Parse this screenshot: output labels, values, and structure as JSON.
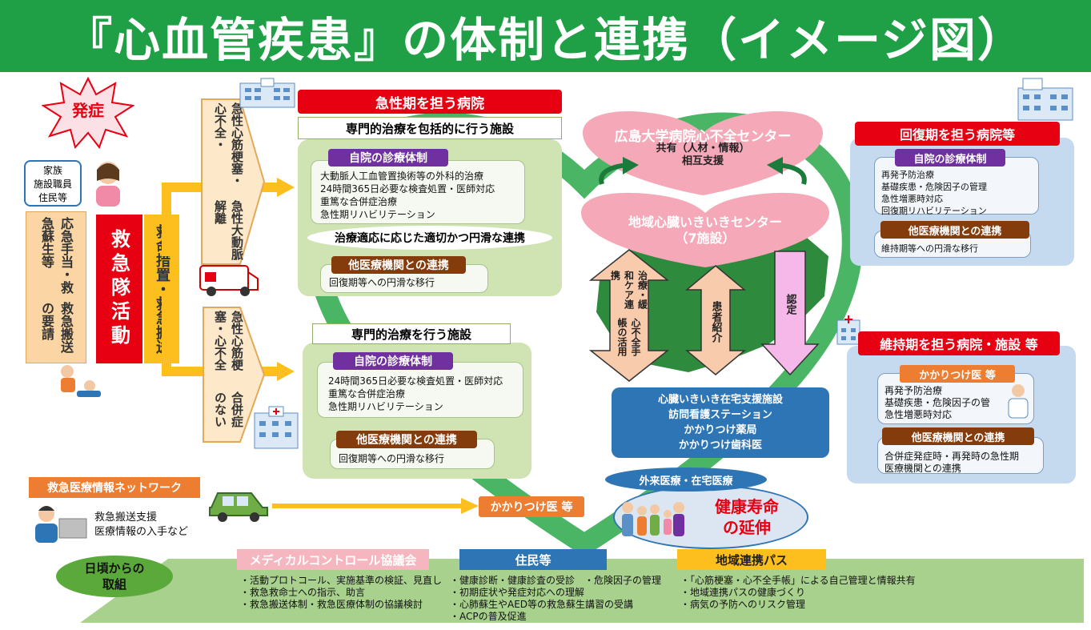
{
  "title": "『心血管疾患』の体制と連携（イメージ図）",
  "onset": "発症",
  "family": [
    "家族",
    "施設職員",
    "住民等"
  ],
  "first_aid": [
    "応急手当・救急蘇生等",
    "救急搬送の要請"
  ],
  "ems": "救急隊活動",
  "ems_measures": "救命措置・救急搬送",
  "acute_chevron": [
    "急性心筋梗塞・心不全・",
    "急性大動脈解離"
  ],
  "comp_chevron": [
    "急性心筋梗塞・心不全",
    "合併症のない"
  ],
  "acute_hospital": {
    "header": "急性期を担う病院",
    "sub1": "専門的治療を包括的に行う施設",
    "self1_label": "自院の診療体制",
    "self1_items": [
      "大動脈人工血管置換術等の外科的治療",
      "24時間365日必要な検査処置・医師対応",
      "重篤な合併症治療",
      "急性期リハビリテーション"
    ],
    "coop_oval": "治療適応に応じた適切かつ円滑な連携",
    "other1_label": "他医療機関との連携",
    "other1_item": "回復期等への円滑な移行",
    "sub2": "専門的治療を行う施設",
    "self2_label": "自院の診療体制",
    "self2_items": [
      "24時間365日必要な検査処置・医師対応",
      "重篤な合併症治療",
      "急性期リハビリテーション"
    ],
    "other2_label": "他医療機関との連携",
    "other2_item": "回復期等への円滑な移行"
  },
  "heart_top": {
    "line1": "広島大学病院心不全センター",
    "line2": "共有（人材・情報）",
    "line3": "相互支援"
  },
  "heart_mid": {
    "line1": "地域心臓いきいきセンター",
    "line2": "（7施設）"
  },
  "arrow1": [
    "治療・緩和ケア連携",
    "心不全手帳の活用"
  ],
  "arrow2": "患者紹介",
  "arrow3": "認定",
  "support": [
    "心臓いきいき在宅支援施設",
    "訪問看護ステーション",
    "かかりつけ薬局",
    "かかりつけ歯科医"
  ],
  "outpatient": "外来医療・在宅医療",
  "healthy_life": [
    "健康寿命",
    "の延伸"
  ],
  "recovery": {
    "header": "回復期を担う病院等",
    "self_label": "自院の診療体制",
    "self_items": [
      "再発予防治療",
      "基礎疾患・危険因子の管理",
      "急性増悪時対応",
      "回復期リハビリテーション"
    ],
    "other_label": "他医療機関との連携",
    "other_item": "維持期等への円滑な移行"
  },
  "maintenance": {
    "header": "維持期を担う病院・施設 等",
    "doctor_label": "かかりつけ医 等",
    "doctor_items": [
      "再発予防治療",
      "基礎疾患・危険因子の管",
      "急性増悪時対応"
    ],
    "other_label": "他医療機関との連携",
    "other_items": [
      "合併症発症時・再発時の急性期",
      "医療機関との連携"
    ]
  },
  "network": {
    "label": "救急医療情報ネットワーク",
    "items": [
      "救急搬送支援",
      "医療情報の入手など"
    ]
  },
  "kakaritsuke": "かかりつけ医 等",
  "daily": [
    "日頃からの",
    "取組"
  ],
  "medical_control": {
    "label": "メディカルコントロール協議会",
    "items": [
      "・活動プロトコール、実施基準の検証、見直し",
      "・救急救命士への指示、助言",
      "・救急搬送体制・救急医療体制の協議検討"
    ]
  },
  "residents": {
    "label": "住民等",
    "items": [
      "・健康診断・健康診査の受診　・危険因子の管理",
      "・初期症状や発症対応への理解",
      "・心肺蘇生やAED等の救急蘇生講習の受講",
      "・ACPの普及促進"
    ]
  },
  "regional_path": {
    "label": "地域連携パス",
    "items": [
      "・「心筋梗塞・心不全手帳」による自己管理と情報共有",
      "・地域連携パスの健康づくり",
      "・病気の予防へのリスク管理"
    ]
  },
  "colors": {
    "title_green": "#1fa046",
    "heart_pink": "#f5a9b8",
    "red": "#e60012",
    "purple": "#7030a0",
    "brown": "#843c0c",
    "orange": "#ed7d31",
    "blue": "#2e75b6"
  }
}
